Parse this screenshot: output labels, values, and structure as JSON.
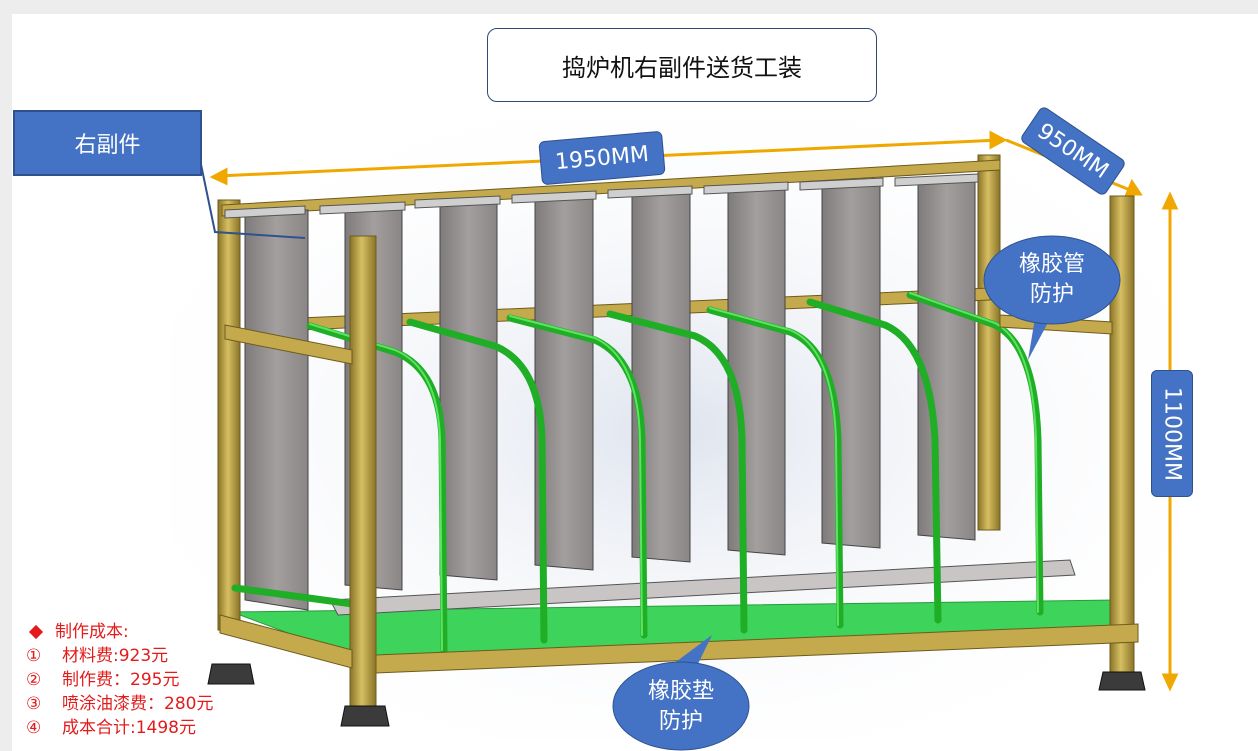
{
  "title": "捣炉机右副件送货工装",
  "callouts": {
    "part_label": "右副件",
    "rubber_tube": [
      "橡胶管",
      "防护"
    ],
    "rubber_pad": [
      "橡胶垫",
      "防护"
    ]
  },
  "dimensions": {
    "width": "1950MM",
    "depth": "950MM",
    "height": "1100MM"
  },
  "cost": {
    "heading": "制作成本:",
    "items": [
      {
        "num": "①",
        "text": "材料费:923元"
      },
      {
        "num": "②",
        "text": "制作费：295元"
      },
      {
        "num": "③",
        "text": "喷涂油漆费：280元"
      },
      {
        "num": "④",
        "text": "成本合计:1498元"
      }
    ]
  },
  "colors": {
    "frame": "#b69a3c",
    "frame_dark": "#7a6520",
    "tube": "#22c02a",
    "pad": "#3ed35a",
    "plate": "#8f8a8a",
    "callout": "#4472c4",
    "dimension": "#f0a800",
    "cost_text": "#e31b1b"
  }
}
